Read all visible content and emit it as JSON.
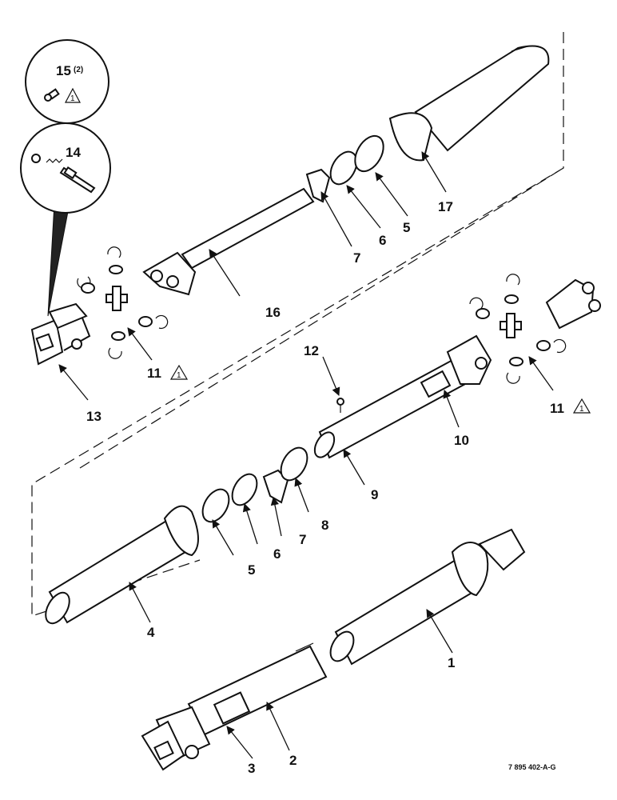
{
  "diagram": {
    "callouts": {
      "c1": "1",
      "c2": "2",
      "c3": "3",
      "c4": "4",
      "c5a": "5",
      "c5b": "5",
      "c6a": "6",
      "c6b": "6",
      "c7a": "7",
      "c7b": "7",
      "c8": "8",
      "c9": "9",
      "c10": "10",
      "c11a": "11",
      "c11b": "11",
      "c12": "12",
      "c13": "13",
      "c14": "14",
      "c15": "15",
      "c16": "16",
      "c17": "17"
    },
    "qty_15": "(2)",
    "note_symbol": "1",
    "figure_ref": "7 895 402-A-G"
  }
}
